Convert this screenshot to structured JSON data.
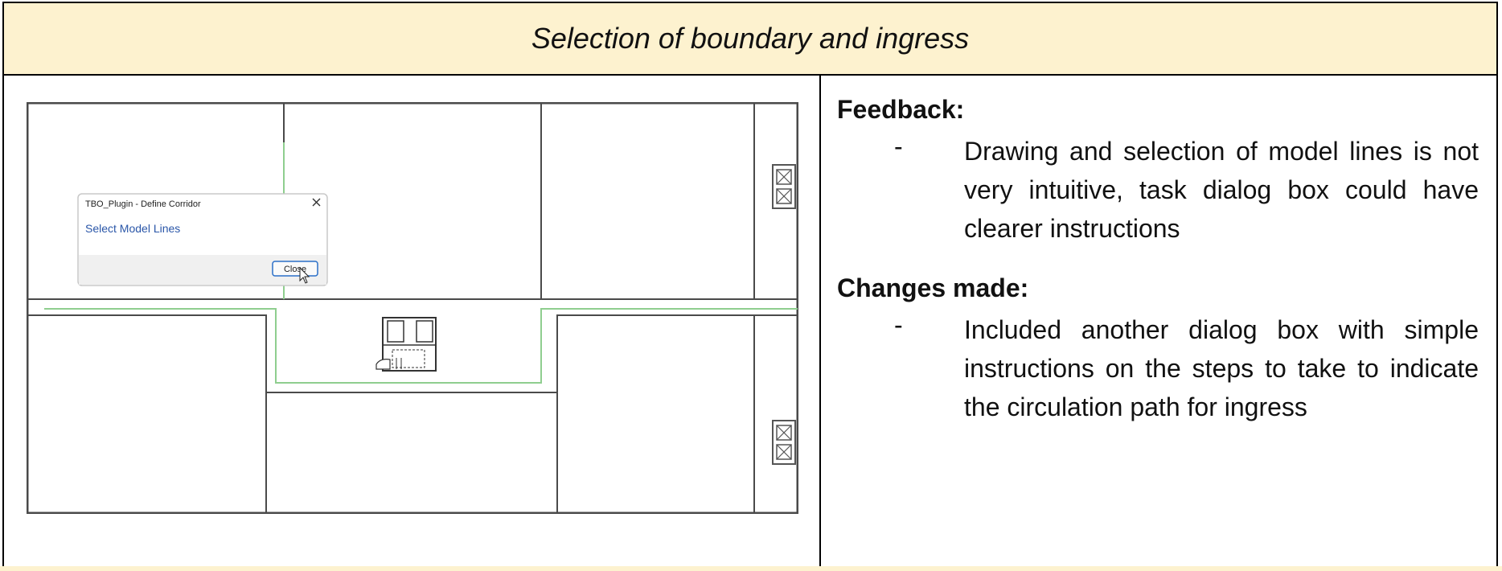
{
  "header": {
    "title": "Selection of boundary and ingress"
  },
  "screenshot": {
    "dialog": {
      "title": "TBO_Plugin - Define Corridor",
      "message": "Select Model Lines",
      "close_label": "Close",
      "close_icon": "close-icon"
    },
    "colors": {
      "path_line": "#8fce8f",
      "wall_line": "#4a4a4a",
      "dialog_link": "#2a56a8"
    }
  },
  "feedback": {
    "heading": "Feedback:",
    "bullet_dash": "-",
    "text": "Drawing and selection of model lines is not very intuitive, task dialog box could have clearer instructions"
  },
  "changes": {
    "heading": "Changes made:",
    "bullet_dash": "-",
    "text": "Included another dialog box with simple instructions on the steps to take to indicate the circulation path for ingress"
  }
}
